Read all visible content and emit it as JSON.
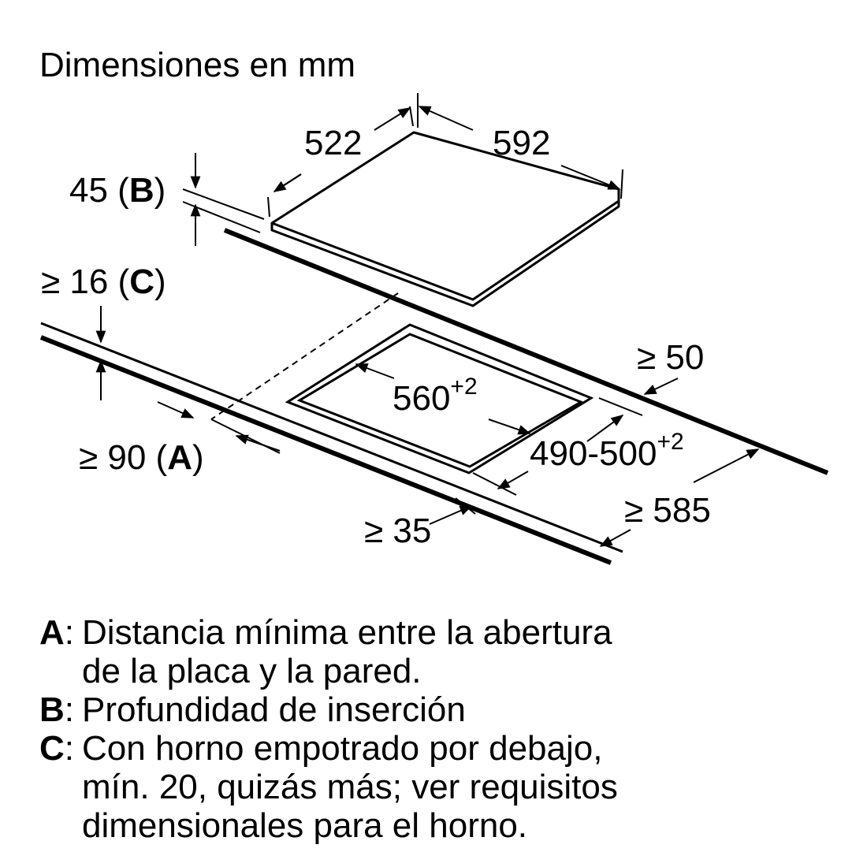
{
  "title": "Dimensiones en mm",
  "dimensions": {
    "width_top": "522",
    "depth_top": "592",
    "insert_depth_value": "45 (",
    "insert_depth_key": "B",
    "insert_depth_close": ")",
    "oven_value": "≥ 16 (",
    "oven_key": "C",
    "oven_close": ")",
    "wall_value": "≥ 90 (",
    "wall_key": "A",
    "wall_close": ")",
    "cutout_width": "560",
    "cutout_width_tol": "+2",
    "cutout_depth": "490-500",
    "cutout_depth_tol": "+2",
    "min_back": "≥ 50",
    "min_front": "≥ 35",
    "worktop_depth": "≥ 585"
  },
  "legend": [
    {
      "key": "A",
      "colon": ":",
      "lines": [
        "Distancia mínima entre la abertura",
        "de la placa y la pared."
      ]
    },
    {
      "key": "B",
      "colon": ":",
      "lines": [
        "Profundidad de inserción"
      ]
    },
    {
      "key": "C",
      "colon": ":",
      "lines": [
        "Con horno empotrado por debajo,",
        "mín. 20, quizás más; ver requisitos",
        "dimensionales para el horno."
      ]
    }
  ]
}
